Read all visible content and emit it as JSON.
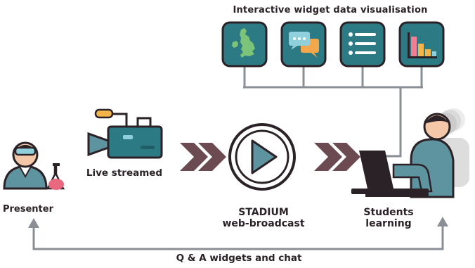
{
  "widgets_title": "Interactive widget data visualisation",
  "widgets": [
    {
      "name": "map-widget-icon"
    },
    {
      "name": "chat-widget-icon"
    },
    {
      "name": "list-widget-icon"
    },
    {
      "name": "bar-chart-widget-icon"
    }
  ],
  "camera_label": "Live streamed",
  "presenter_label": "Presenter",
  "broadcast_label": {
    "line1": "STADIUM",
    "line2": "web-broadcast"
  },
  "students_label": {
    "line1": "Students",
    "line2": "learning"
  },
  "feedback_label": "Q & A widgets and chat",
  "colors": {
    "teal": "#2c7a83",
    "teal_dark": "#1f5e66",
    "dark": "#2b2228",
    "chevron": "#6b4a52",
    "line": "#8a8f96",
    "skin": "#f4c7a8",
    "shirt": "#5e93a0",
    "flask": "#e8697f",
    "yellow": "#f3b54a",
    "orange": "#f3a64a",
    "green": "#7cc47a",
    "pink": "#f07e94"
  }
}
